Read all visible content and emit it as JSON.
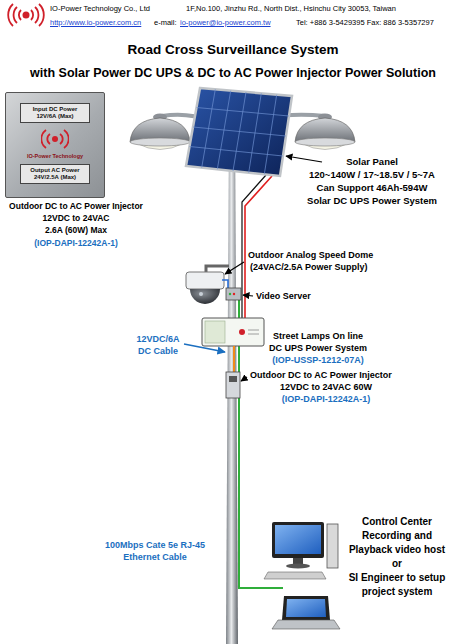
{
  "diagram": {
    "title": "Road Cross Surveillance System",
    "nodes": [
      {
        "text": [
          "Input DC Power 12V/6A (Max)",
          "IO-Power Technology",
          "Output AC Power 24V/2.5A (Max)",
          "Outdoor DC to AC Power Injector",
          "12VDC to 24VAC",
          "2.6A (60W) Max",
          "(IOP-DAPI-12242A-1)"
        ]
      }
    ],
    "labels": [
      "IO-Power Technology Co., Ltd",
      "1F,No.100, Jinzhu Rd., North Dist., Hsinchu City 30053, Taiwan",
      "http://www.io-power.com.cn",
      "e-mail:",
      "io-power@io-power.com.tw",
      "Tel: +886 3-5429395 Fax: 886 3-5357297",
      "with Solar Power DC UPS & DC to AC Power Injector Power Solution",
      "Solar Panel",
      "120~140W / 17~18.5V / 5~7A",
      "Can Support 46Ah-594W",
      "Solar DC UPS Power System",
      "Outdoor Analog Speed Dome",
      "(24VAC/2.5A Power Supply)",
      "Video Server",
      "Street Lamps On line",
      "DC UPS Power System",
      "(IOP-USSP-1212-07A)",
      "12VDC/6A",
      "DC Cable",
      "Outdoor DC to AC Power Injector",
      "12VDC to 24VAC 60W",
      "(IOP-DAPI-12242A-1)",
      "100Mbps Cate 5e RJ-45",
      "Ethernet Cable",
      "Control Center",
      "Recording and",
      "Playback video host",
      "or",
      "SI Engineer to setup",
      "project system"
    ]
  }
}
